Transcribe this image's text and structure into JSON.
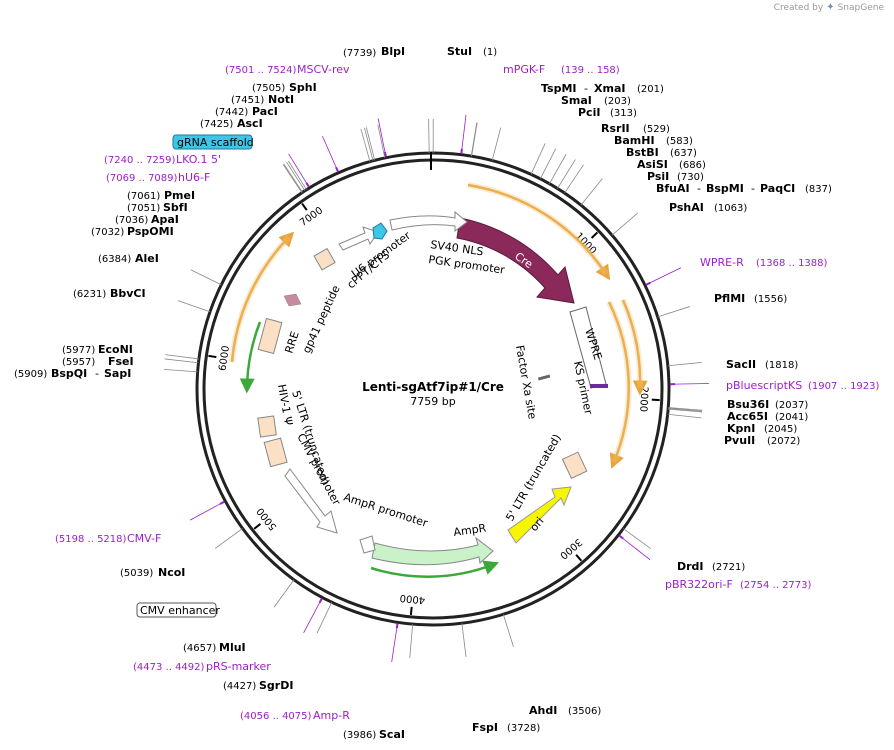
{
  "app": {
    "created_by": "Created by",
    "brand": "SnapGene"
  },
  "plasmid": {
    "name": "Lenti-sgAtf7ip#1/Cre",
    "length_label": "7759 bp",
    "length_bp": 7759
  },
  "colors": {
    "backbone": "#222222",
    "cre": "#8b2a5a",
    "orf_arc": "#e8a33a",
    "ampr_arrow": "#c9f2c9",
    "ori": "#f6f600",
    "feature_text": "#9b1fc8",
    "gRNA": "#3cc6e8",
    "promoter_box": "#fbe0c5"
  },
  "scale_ticks": [
    {
      "bp": 1000,
      "label": "1000"
    },
    {
      "bp": 2000,
      "label": "2000"
    },
    {
      "bp": 3000,
      "label": "3000"
    },
    {
      "bp": 4000,
      "label": "4000"
    },
    {
      "bp": 5000,
      "label": "5000"
    },
    {
      "bp": 6000,
      "label": "6000"
    },
    {
      "bp": 7000,
      "label": "7000"
    }
  ],
  "enzyme_labels": [
    {
      "id": "bipi",
      "name": "BlpI",
      "pos": "(7739)",
      "bp": 7739
    },
    {
      "id": "stui",
      "name": "StuI",
      "pos": "(1)",
      "bp": 1
    },
    {
      "id": "tspmi",
      "name": "TspMI",
      "name2": "XmaI",
      "pos": "(201)",
      "bp": 201
    },
    {
      "id": "smai",
      "name": "SmaI",
      "pos": "(203)",
      "bp": 203
    },
    {
      "id": "pcii",
      "name": "PciI",
      "pos": "(313)",
      "bp": 313
    },
    {
      "id": "rsrii",
      "name": "RsrII",
      "pos": "(529)",
      "bp": 529
    },
    {
      "id": "bamhi",
      "name": "BamHI",
      "pos": "(583)",
      "bp": 583
    },
    {
      "id": "bstbi",
      "name": "BstBI",
      "pos": "(637)",
      "bp": 637
    },
    {
      "id": "asisi",
      "name": "AsiSI",
      "pos": "(686)",
      "bp": 686
    },
    {
      "id": "psii",
      "name": "PsiI",
      "pos": "(730)",
      "bp": 730
    },
    {
      "id": "bfuai",
      "name": "BfuAI",
      "name2": "BspMI",
      "name3": "PaqCI",
      "pos": "(837)",
      "bp": 837
    },
    {
      "id": "pshai",
      "name": "PshAI",
      "pos": "(1063)",
      "bp": 1063
    },
    {
      "id": "pflmi",
      "name": "PflMI",
      "pos": "(1556)",
      "bp": 1556
    },
    {
      "id": "sacii",
      "name": "SacII",
      "pos": "(1818)",
      "bp": 1818
    },
    {
      "id": "bsu36i",
      "name": "Bsu36I",
      "pos": "(2037)",
      "bp": 2037
    },
    {
      "id": "acc65i",
      "name": "Acc65I",
      "pos": "(2041)",
      "bp": 2041
    },
    {
      "id": "kpni",
      "name": "KpnI",
      "pos": "(2045)",
      "bp": 2045
    },
    {
      "id": "pvuii",
      "name": "PvuII",
      "pos": "(2072)",
      "bp": 2072
    },
    {
      "id": "drdi",
      "name": "DrdI",
      "pos": "(2721)",
      "bp": 2721
    },
    {
      "id": "ahdi",
      "name": "AhdI",
      "pos": "(3506)",
      "bp": 3506
    },
    {
      "id": "fspi",
      "name": "FspI",
      "pos": "(3728)",
      "bp": 3728
    },
    {
      "id": "scai",
      "name": "ScaI",
      "pos": "(3986)",
      "bp": 3986
    },
    {
      "id": "sgrdi",
      "name": "SgrDI",
      "pos": "(4427)",
      "bp": 4427
    },
    {
      "id": "mlui",
      "name": "MluI",
      "pos": "(4657)",
      "bp": 4657
    },
    {
      "id": "ncoi",
      "name": "NcoI",
      "pos": "(5039)",
      "bp": 5039
    },
    {
      "id": "bspqi",
      "name": "BspQI",
      "name2": "SapI",
      "pos": "(5909)",
      "bp": 5909
    },
    {
      "id": "fsei",
      "name": "FseI",
      "pos": "(5957)",
      "bp": 5957
    },
    {
      "id": "econi",
      "name": "EcoNI",
      "pos": "(5977)",
      "bp": 5977
    },
    {
      "id": "bbvci",
      "name": "BbvCI",
      "pos": "(6231)",
      "bp": 6231
    },
    {
      "id": "alei",
      "name": "AleI",
      "pos": "(6384)",
      "bp": 6384
    },
    {
      "id": "pspomi",
      "name": "PspOMI",
      "pos": "(7032)",
      "bp": 7032
    },
    {
      "id": "apai",
      "name": "ApaI",
      "pos": "(7036)",
      "bp": 7036
    },
    {
      "id": "sbfi",
      "name": "SbfI",
      "pos": "(7051)",
      "bp": 7051
    },
    {
      "id": "pmei",
      "name": "PmeI",
      "pos": "(7061)",
      "bp": 7061
    },
    {
      "id": "asci",
      "name": "AscI",
      "pos": "(7425)",
      "bp": 7425
    },
    {
      "id": "paci",
      "name": "PacI",
      "pos": "(7442)",
      "bp": 7442
    },
    {
      "id": "noti",
      "name": "NotI",
      "pos": "(7451)",
      "bp": 7451
    },
    {
      "id": "sphi",
      "name": "SphI",
      "pos": "(7505)",
      "bp": 7505
    }
  ],
  "primer_labels": [
    {
      "id": "msCV",
      "name": "MSCV-rev",
      "range": "(7501 .. 7524)",
      "bp": 7512
    },
    {
      "id": "mpgk",
      "name": "mPGK-F",
      "range": "(139 .. 158)",
      "bp": 148
    },
    {
      "id": "lko",
      "name": "LKO.1 5'",
      "range": "(7240 .. 7259)",
      "bp": 7250
    },
    {
      "id": "hu6",
      "name": "hU6-F",
      "range": "(7069 .. 7089)",
      "bp": 7079
    },
    {
      "id": "wpre",
      "name": "WPRE-R",
      "range": "(1368 .. 1388)",
      "bp": 1378
    },
    {
      "id": "pbks",
      "name": "pBluescriptKS",
      "range": "(1907 .. 1923)",
      "bp": 1915
    },
    {
      "id": "pbr",
      "name": "pBR322ori-F",
      "range": "(2754 .. 2773)",
      "bp": 2763
    },
    {
      "id": "cmvf",
      "name": "CMV-F",
      "range": "(5198 .. 5218)",
      "bp": 5208
    },
    {
      "id": "prs",
      "name": "pRS-marker",
      "range": "(4473 .. 4492)",
      "bp": 4482
    },
    {
      "id": "ampr",
      "name": "Amp-R",
      "range": "(4056 .. 4075)",
      "bp": 4065
    }
  ],
  "boxed_labels": [
    {
      "id": "grna",
      "name": "gRNA scaffold"
    },
    {
      "id": "cmvenh",
      "name": "CMV enhancer"
    }
  ],
  "inner_features": {
    "u6_promoter": "U6 promoter",
    "cppt": "cPPT/CTS",
    "sv40_nls": "SV40 NLS",
    "pgk_promoter": "PGK promoter",
    "cre": "Cre",
    "wpre": "WPRE",
    "ks_primer": "KS primer",
    "factor_xa": "Factor Xa site",
    "ltr_trunc_right": "5' LTR (truncated)",
    "ori": "ori",
    "ampr": "AmpR",
    "ampr_promoter": "AmpR promoter",
    "cmv_promoter": "CMV promoter",
    "ltr_trunc_left": "5' LTR (truncated)",
    "hiv_psi": "HIV-1 Ψ",
    "rre": "RRE",
    "gp41": "gp41 peptide"
  }
}
